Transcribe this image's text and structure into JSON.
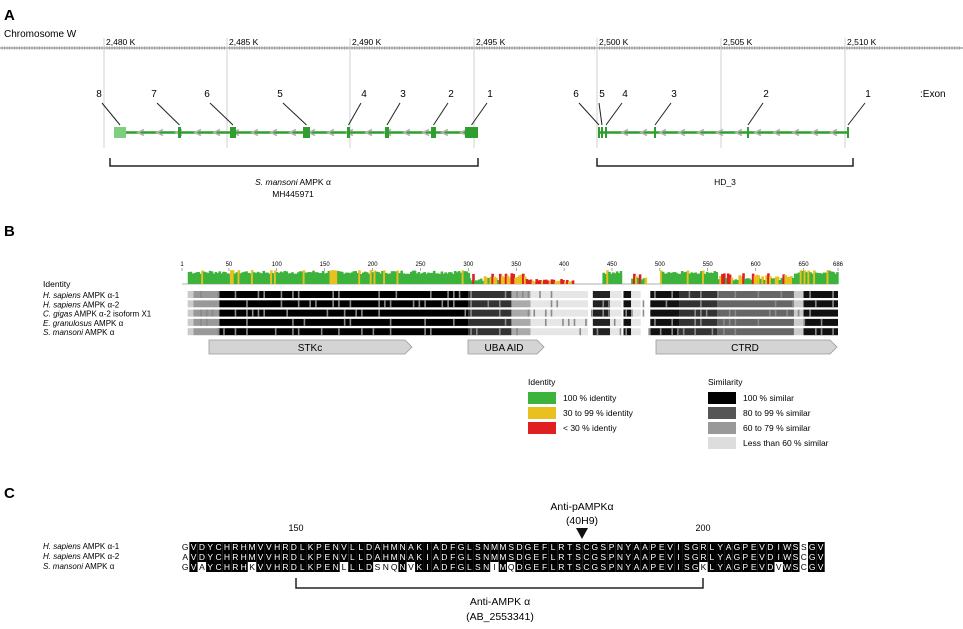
{
  "panelA": {
    "label": "A",
    "chromosome": "Chromosome W",
    "ruler_ticks": [
      "2,480 K",
      "2,485 K",
      "2,490 K",
      "2,495 K",
      "2,500 K",
      "2,505 K",
      "2,510 K"
    ],
    "exon_label": ":Exon",
    "gene1_exons": [
      "8",
      "7",
      "6",
      "5",
      "4",
      "3",
      "2",
      "1"
    ],
    "gene2_exons": [
      "6",
      "5",
      "4",
      "3",
      "2",
      "1"
    ],
    "gene1_name_italic": "S. mansoni",
    "gene1_name_rest": " AMPK α",
    "gene1_accession": "MH445971",
    "gene2_name": "HD_3",
    "colors": {
      "gene": "#2e9e2e",
      "gene_light": "#7ccf7c",
      "arrow": "#b0b0b0"
    }
  },
  "panelB": {
    "label": "B",
    "identity_label": "Identity",
    "positions": [
      "1",
      "50",
      "100",
      "150",
      "200",
      "250",
      "300",
      "350",
      "400",
      "450",
      "500",
      "550",
      "600",
      "650",
      "686"
    ],
    "sequences": [
      {
        "species": "H. sapiens",
        "name": " AMPK α-1"
      },
      {
        "species": "H. sapiens",
        "name": " AMPK α-2"
      },
      {
        "species": "C. gigas",
        "name": " AMPK α-2 isoform X1"
      },
      {
        "species": "E. granulosus",
        "name": " AMPK α"
      },
      {
        "species": "S. mansoni",
        "name": " AMPK α"
      }
    ],
    "domains": [
      "STKc",
      "UBA AID",
      "CTRD"
    ],
    "identity_legend_title": "Identity",
    "identity_legend": [
      {
        "label": "100 % identity",
        "color": "#3db33d"
      },
      {
        "label": "30 to 99 % identity",
        "color": "#e8c020"
      },
      {
        "label": "< 30 % identiy",
        "color": "#e02020"
      }
    ],
    "similarity_legend_title": "Similarity",
    "similarity_legend": [
      {
        "label": "100 % similar",
        "color": "#000000"
      },
      {
        "label": "80 to 99 % similar",
        "color": "#555555"
      },
      {
        "label": "60 to 79 % similar",
        "color": "#999999"
      },
      {
        "label": "Less than 60 % similar",
        "color": "#dddddd"
      }
    ]
  },
  "panelC": {
    "label": "C",
    "antibody_top": "Anti-pAMPKα",
    "antibody_top_clone": "(40H9)",
    "pos_150": "150",
    "pos_200": "200",
    "sequences": [
      {
        "species": "H. sapiens",
        "name": " AMPK α-1",
        "seq": "GVDYCHRHMVVHRDLKPENVLLDAHMNAKIADFGLSNMMSDGEFLRTSCGSPNYAAPEVISGRLYAGPEVDIWSSGV"
      },
      {
        "species": "H. sapiens",
        "name": " AMPK α-2",
        "seq": "AVDYCHRHMVVHRDLKPENVLLDAHMNAKIADFGLSNMMSDGEFLRTSCGSPNYAAPEVISGRLYAGPEVDIWSCGV"
      },
      {
        "species": "S. mansoni",
        "name": " AMPK α",
        "seq": "GVAYCHRHKVVHRDLKPENLLLDSNQNVKIADFGLSNIMQDGEFLRTSCGSPNYAAPEVISGKLYAGPEVDVWSCGV"
      }
    ],
    "antibody_bottom": "Anti-AMPK α",
    "antibody_bottom_clone": "(AB_2553341)"
  }
}
